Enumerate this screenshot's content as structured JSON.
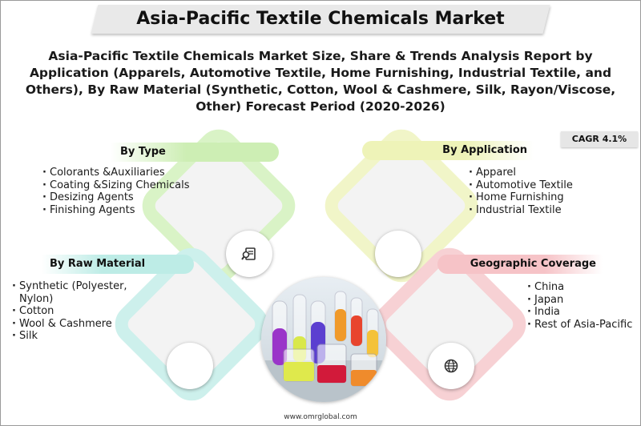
{
  "title": "Asia-Pacific Textile Chemicals Market",
  "subtitle": "Asia-Pacific Textile Chemicals Market Size, Share & Trends Analysis Report by Application (Apparels, Automotive Textile, Home Furnishing, Industrial Textile, and Others), By Raw Material (Synthetic, Cotton, Wool & Cashmere, Silk, Rayon/Viscose, Other) Forecast Period (2020-2026)",
  "cagr": "CAGR 4.1%",
  "segments": {
    "type": {
      "label": "By Type",
      "color": "#cdeeb4",
      "items": [
        "Colorants &Auxiliaries",
        "Coating &Sizing Chemicals",
        "Desizing Agents",
        "Finishing Agents"
      ],
      "icon": "magnifier-document-icon"
    },
    "application": {
      "label": "By Application",
      "color": "#eef3b8",
      "items": [
        "Apparel",
        "Automotive Textile",
        "Home Furnishing",
        "Industrial Textile"
      ]
    },
    "raw_material": {
      "label": "By Raw Material",
      "color": "#bdece6",
      "items": [
        "Synthetic (Polyester, Nylon)",
        "Cotton",
        "Wool & Cashmere",
        "Silk"
      ]
    },
    "geography": {
      "label": "Geographic Coverage",
      "color": "#f6c3c7",
      "items": [
        "China",
        "Japan",
        "India",
        "Rest of Asia-Pacific"
      ],
      "icon": "globe-icon"
    }
  },
  "center_image": "chemical-test-tubes-photo",
  "footer": "www.omrglobal.com"
}
